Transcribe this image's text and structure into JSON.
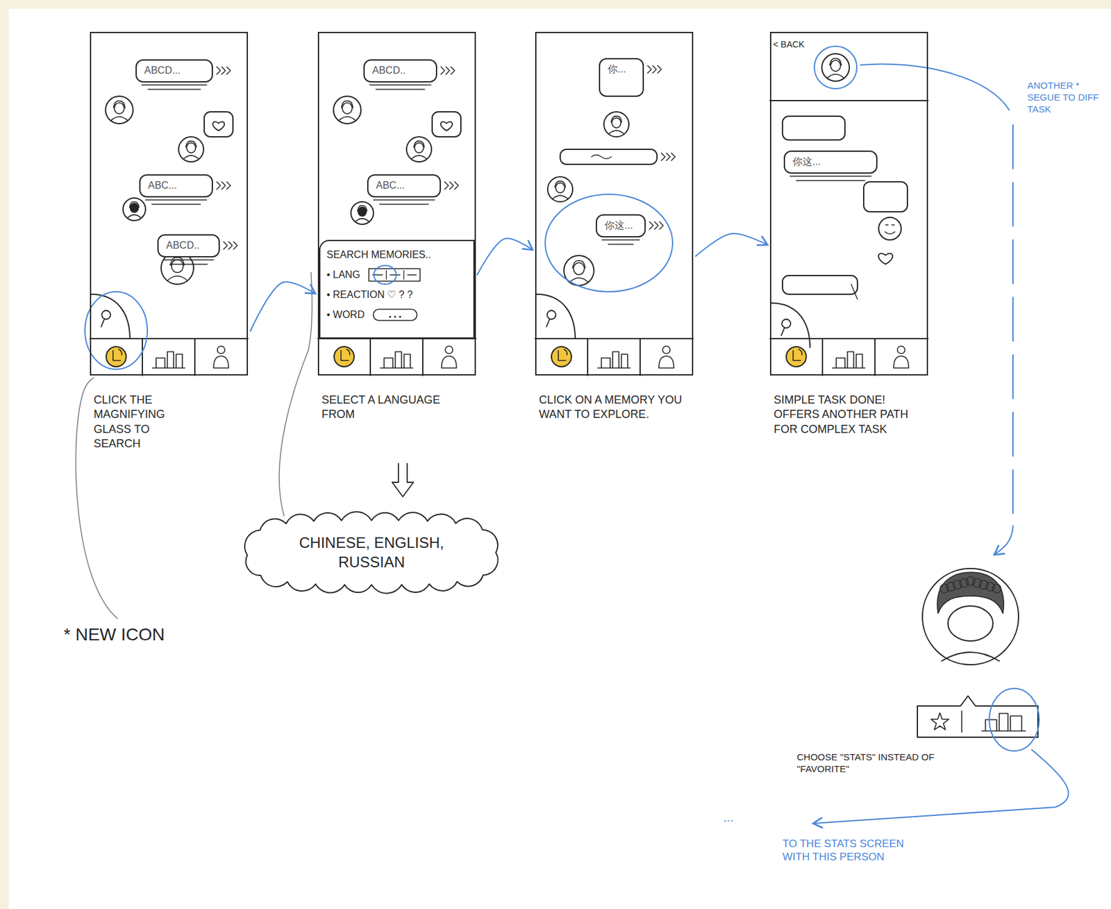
{
  "diagram": {
    "nodes": [
      {
        "text": [
          "CLICK THE MAGNIFYING GLASS TO SEARCH"
        ]
      },
      {
        "text": [
          "ABCD..."
        ],
        "in": 0
      },
      {
        "text": [
          "ABC..."
        ],
        "in": 0
      },
      {
        "text": [
          "ABCD.."
        ],
        "in": 0
      },
      {
        "text": [
          "SELECT A LANGUAGE FROM"
        ]
      },
      {
        "text": [
          "ABCD.."
        ],
        "in": 4
      },
      {
        "text": [
          "ABC..."
        ],
        "in": 4
      },
      {
        "text": [
          "SEARCH MEMORIES..",
          "• LANG",
          "• REACTION ♡ ? ?",
          "• WORD"
        ],
        "in": 4
      },
      {
        "text": [
          "CHINESE, ENGLISH, RUSSIAN"
        ]
      },
      {
        "text": [
          "CLICK ON A MEMORY YOU WANT TO EXPLORE."
        ]
      },
      {
        "text": [
          "你..."
        ],
        "in": 9
      },
      {
        "text": [
          "你这..."
        ],
        "in": 9
      },
      {
        "text": [
          "SIMPLE TASK DONE!",
          "OFFERS ANOTHER PATH FOR COMPLEX TASK"
        ]
      },
      {
        "text": [
          "你这..."
        ],
        "in": 12
      }
    ],
    "edges": [
      {
        "from": 0,
        "to": 4,
        "arrow": "to"
      },
      {
        "from": 7,
        "to": 9,
        "arrow": "to"
      },
      {
        "from": 9,
        "to": 12,
        "arrow": "to"
      }
    ],
    "labels": [
      "* NEW ICON",
      "< BACK",
      "ANOTHER * SEGUE TO DIFF TASK",
      "CHOOSE \"STATS\" INSTEAD OF \"FAVORITE\"",
      "...",
      "TO THE STATS SCREEN WITH THIS PERSON"
    ]
  }
}
